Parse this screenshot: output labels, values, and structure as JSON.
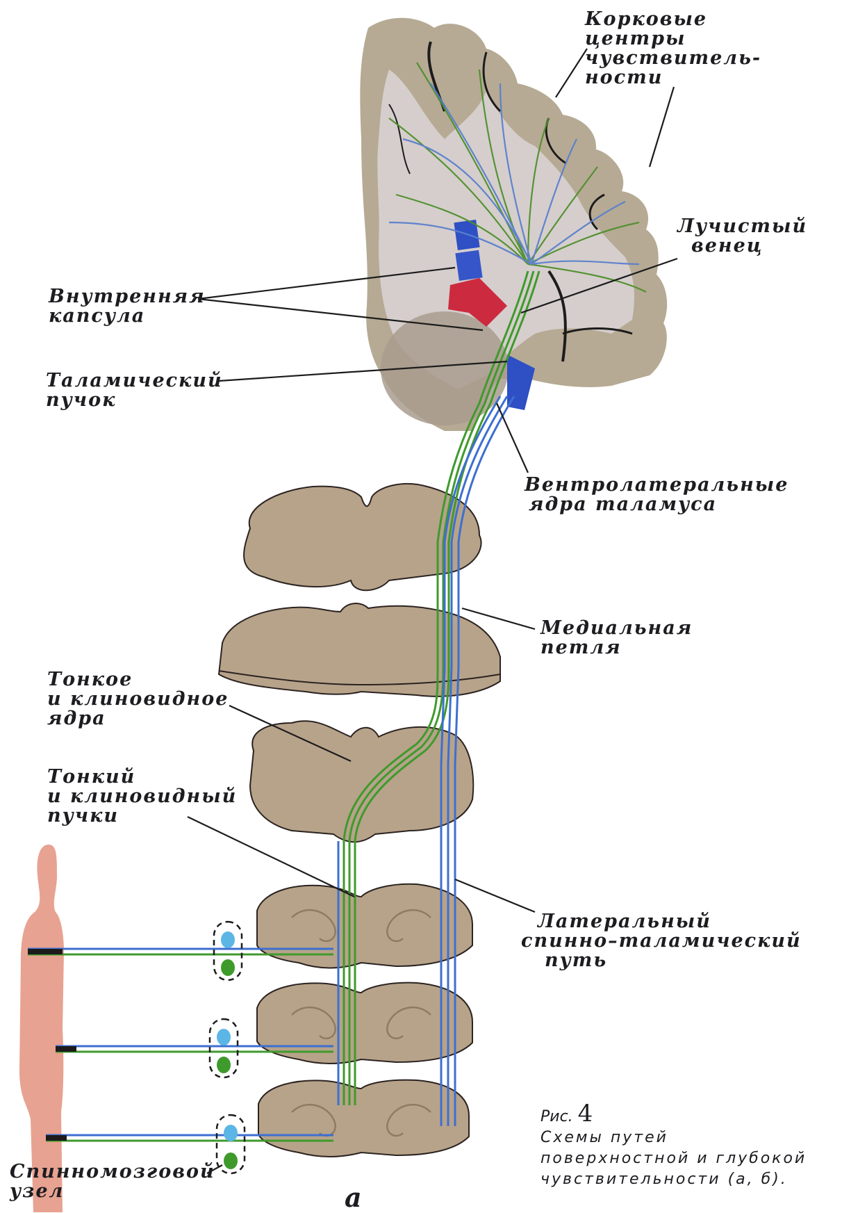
{
  "labels": {
    "cortical_centers": [
      "Корковые",
      "центры",
      "чувствитель-",
      "ности"
    ],
    "corona_radiata": [
      "Лучистый",
      "венец"
    ],
    "internal_capsule": [
      "Внутренняя",
      "капсула"
    ],
    "thalamic_fasciculus": [
      "Таламический",
      "пучок"
    ],
    "ventrolateral_nuclei": [
      "Вентролатеральные",
      "ядра  таламуса"
    ],
    "medial_lemniscus": [
      "Медиальная",
      "петля"
    ],
    "gracile_cuneate_nuclei": [
      "Тонкое",
      "и клиновидное",
      "ядра"
    ],
    "gracile_cuneate_fasciculi": [
      "Тонкий",
      "и клиновидный",
      "пучки"
    ],
    "lateral_spinothalamic": [
      "Латеральный",
      "спинно–таламический",
      "путь"
    ],
    "spinal_ganglion": [
      "Спинномозговой",
      "узел"
    ]
  },
  "caption": {
    "figure_prefix": "Рис.",
    "figure_number": "4",
    "lines": [
      "Схемы путей",
      "поверхностной  и  глубокой",
      "чувствительности (а, б)."
    ]
  },
  "panel_letter": "а",
  "colors": {
    "deep_sensitivity_fibers": "#3f9a2c",
    "superficial_sensitivity_fibers": "#3d6fd1",
    "capsule_red": "#cc2a3e",
    "capsule_blue": "#2f4fc4",
    "brain_tissue": "#b6aa94",
    "white_matter": "#d8d1d2",
    "spinal_section": "#b7a38a",
    "body_figure": "#e8a291"
  }
}
